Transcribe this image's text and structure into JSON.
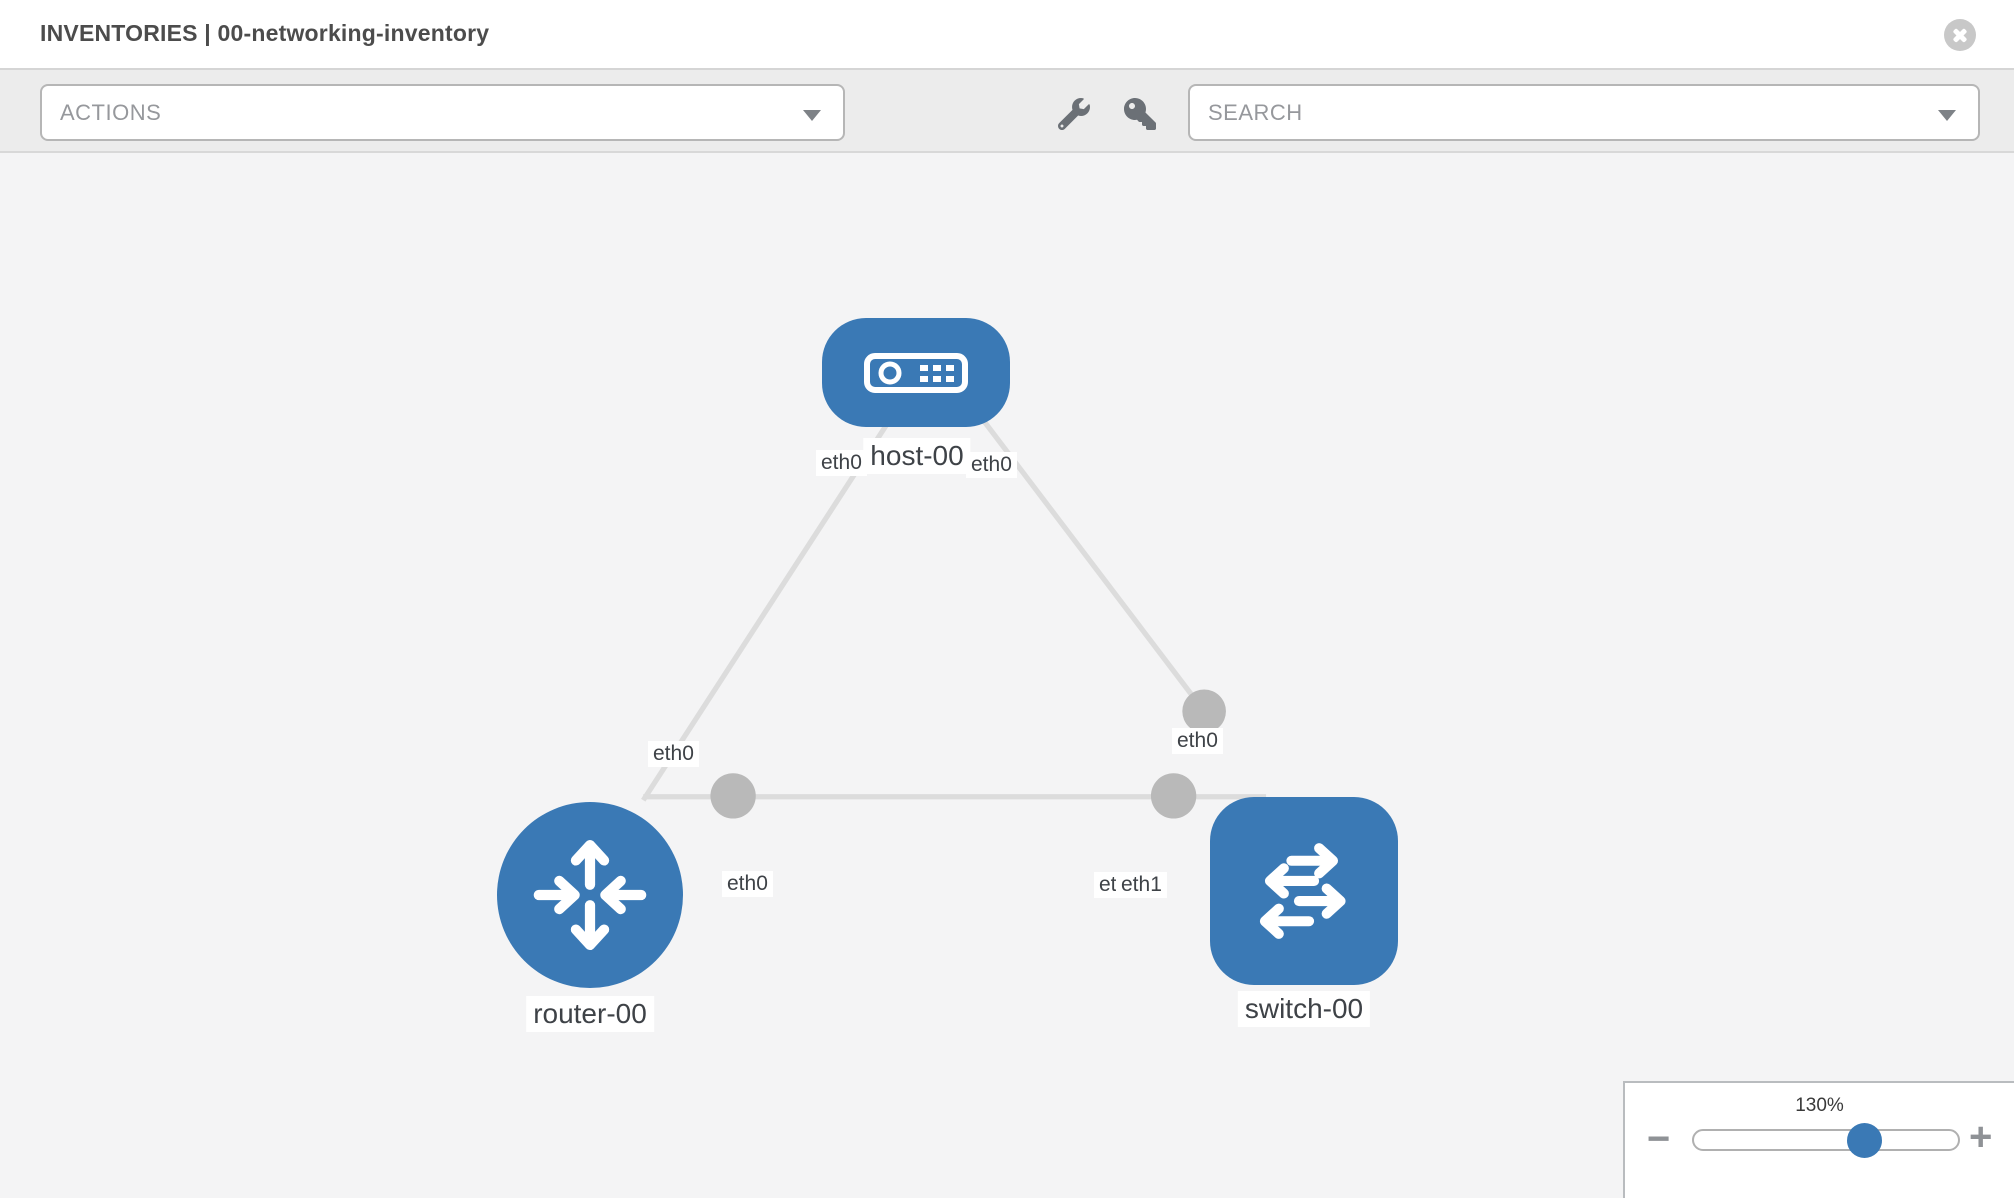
{
  "header": {
    "title": "INVENTORIES | 00-networking-inventory",
    "close_icon": "x-circle"
  },
  "toolbar": {
    "actions_dropdown": {
      "label": "ACTIONS"
    },
    "icons": [
      {
        "name": "wrench"
      },
      {
        "name": "key"
      }
    ],
    "search_dropdown": {
      "label": "SEARCH"
    }
  },
  "topology": {
    "nodes": [
      {
        "label": "host-00",
        "type": "host"
      },
      {
        "label": "router-00",
        "type": "router"
      },
      {
        "label": "switch-00",
        "type": "switch"
      }
    ],
    "interface_labels": {
      "host_to_router": "eth0",
      "router_to_host": "eth0",
      "host_to_switch": "eth0",
      "switch_to_host": "eth0",
      "router_to_switch": "eth0",
      "switch_to_router": "eth1",
      "switch_to_router_hidden": "eth1"
    }
  },
  "zoom": {
    "level": "130%",
    "minus": "−",
    "plus": "+"
  },
  "colors": {
    "node_blue": "#3a79b5",
    "link_gray": "#dcdcdc",
    "port_gray": "#b9b9b9",
    "canvas_bg": "#f4f4f5",
    "toolbar_bg": "#ececec"
  }
}
